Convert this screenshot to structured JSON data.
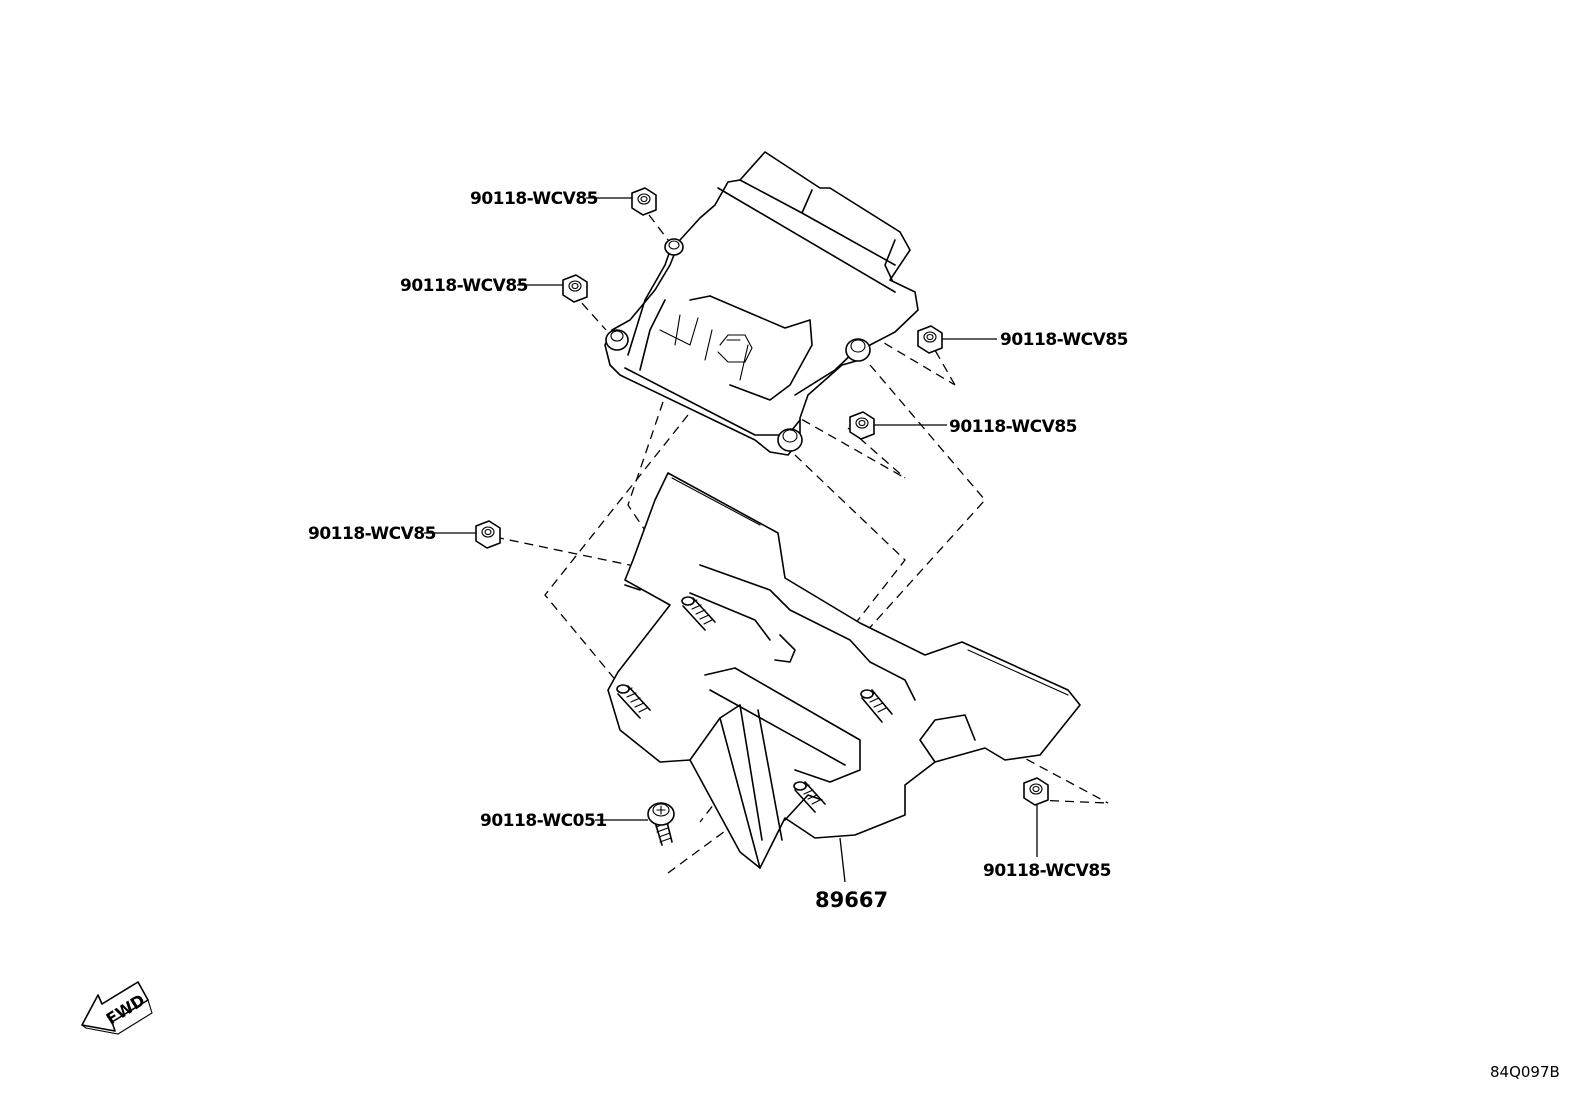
{
  "diagram": {
    "part_number_main": "89667",
    "reference_code": "84Q097B",
    "fwd_label": "FWD",
    "callouts": [
      {
        "id": "nut-1",
        "label": "90118-WCV85"
      },
      {
        "id": "nut-2",
        "label": "90118-WCV85"
      },
      {
        "id": "nut-3",
        "label": "90118-WCV85"
      },
      {
        "id": "nut-4",
        "label": "90118-WCV85"
      },
      {
        "id": "nut-5",
        "label": "90118-WCV85"
      },
      {
        "id": "nut-6",
        "label": "90118-WCV85"
      },
      {
        "id": "bolt-1",
        "label": "90118-WC051"
      }
    ]
  }
}
